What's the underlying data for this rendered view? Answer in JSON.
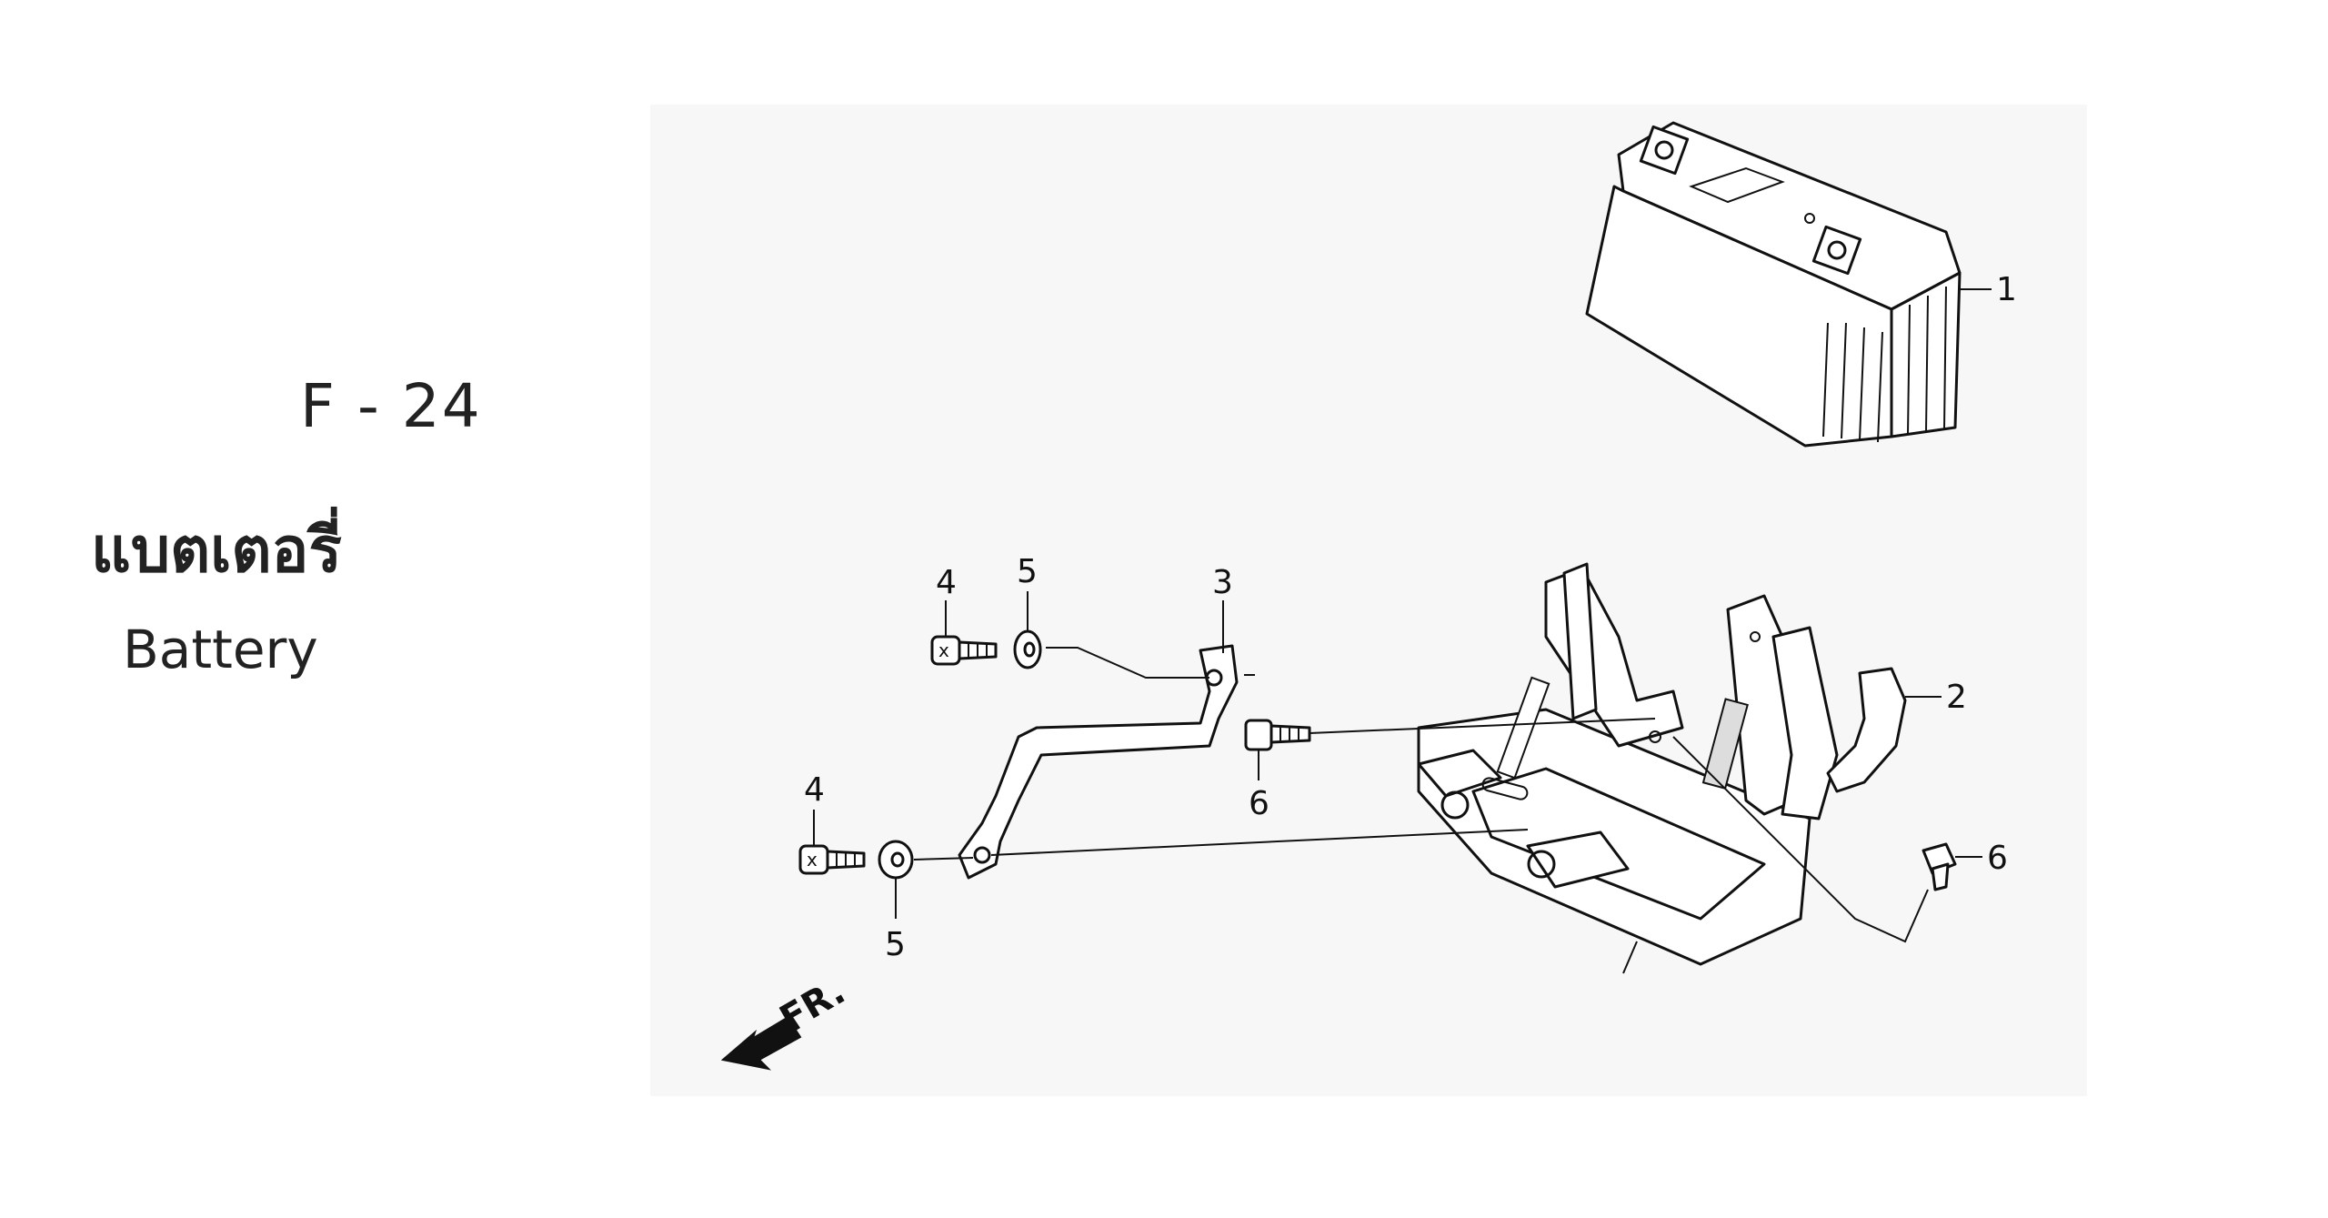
{
  "page": {
    "section_code": "F - 24",
    "title_thai": "แบตเตอรี่",
    "title_english": "Battery"
  },
  "diagram": {
    "part_callouts": [
      {
        "id": "callout-1",
        "label": "1"
      },
      {
        "id": "callout-2",
        "label": "2"
      },
      {
        "id": "callout-3",
        "label": "3"
      },
      {
        "id": "callout-4a",
        "label": "4"
      },
      {
        "id": "callout-4b",
        "label": "4"
      },
      {
        "id": "callout-5a",
        "label": "5"
      },
      {
        "id": "callout-5b",
        "label": "5"
      },
      {
        "id": "callout-6a",
        "label": "6"
      },
      {
        "id": "callout-6b",
        "label": "6"
      }
    ],
    "front_indicator": "FR."
  }
}
